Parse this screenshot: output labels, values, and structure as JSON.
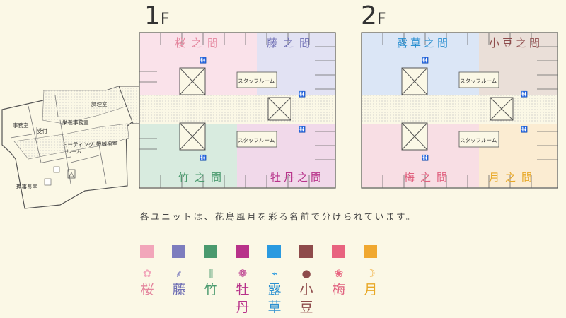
{
  "floors": [
    {
      "label": "1",
      "suffix": "F"
    },
    {
      "label": "2",
      "suffix": "F"
    }
  ],
  "annex_rooms": {
    "office": "事務室",
    "reception": "受付",
    "kitchen": "調理室",
    "nutrition": "栄養事務室",
    "meeting": "ミーティング\nルーム",
    "bath": "機械浴室",
    "director": "理事長室"
  },
  "staff_room_label": "スタッフルーム",
  "units_1f": [
    {
      "name": "桜之間",
      "color": "#e4869e"
    },
    {
      "name": "藤之間",
      "color": "#6f6fb4"
    },
    {
      "name": "竹之間",
      "color": "#4a9a6e"
    },
    {
      "name": "牡丹之間",
      "color": "#b8328a"
    }
  ],
  "units_2f": [
    {
      "name": "露草之間",
      "color": "#2a8fd0"
    },
    {
      "name": "小豆之間",
      "color": "#8e4b4b"
    },
    {
      "name": "梅之間",
      "color": "#e0607e"
    },
    {
      "name": "月之間",
      "color": "#e8a827"
    }
  ],
  "caption": "各ユニットは、花鳥風月を彩る名前で分けられています。",
  "legend": [
    {
      "name": "桜",
      "color": "#f2a6ba",
      "text_color": "#e4869e",
      "icon": "sakura-icon",
      "glyph": "✿"
    },
    {
      "name": "藤",
      "color": "#7d7dbe",
      "text_color": "#6f6fb4",
      "icon": "wisteria-icon",
      "glyph": "⸙"
    },
    {
      "name": "竹",
      "color": "#4a9a6e",
      "text_color": "#4a9a6e",
      "icon": "bamboo-icon",
      "glyph": "⫼"
    },
    {
      "name": "牡丹",
      "color": "#b8328a",
      "text_color": "#b8328a",
      "icon": "peony-icon",
      "glyph": "❁"
    },
    {
      "name": "露草",
      "color": "#2a9ae0",
      "text_color": "#2a8fd0",
      "icon": "dayflower-icon",
      "glyph": "⌁"
    },
    {
      "name": "小豆",
      "color": "#8e4b4b",
      "text_color": "#8e4b4b",
      "icon": "azuki-bean-icon",
      "glyph": "●"
    },
    {
      "name": "梅",
      "color": "#e8637f",
      "text_color": "#e0607e",
      "icon": "ume-icon",
      "glyph": "❀"
    },
    {
      "name": "月",
      "color": "#f0a830",
      "text_color": "#e8a827",
      "icon": "moon-icon",
      "glyph": "☽"
    }
  ]
}
